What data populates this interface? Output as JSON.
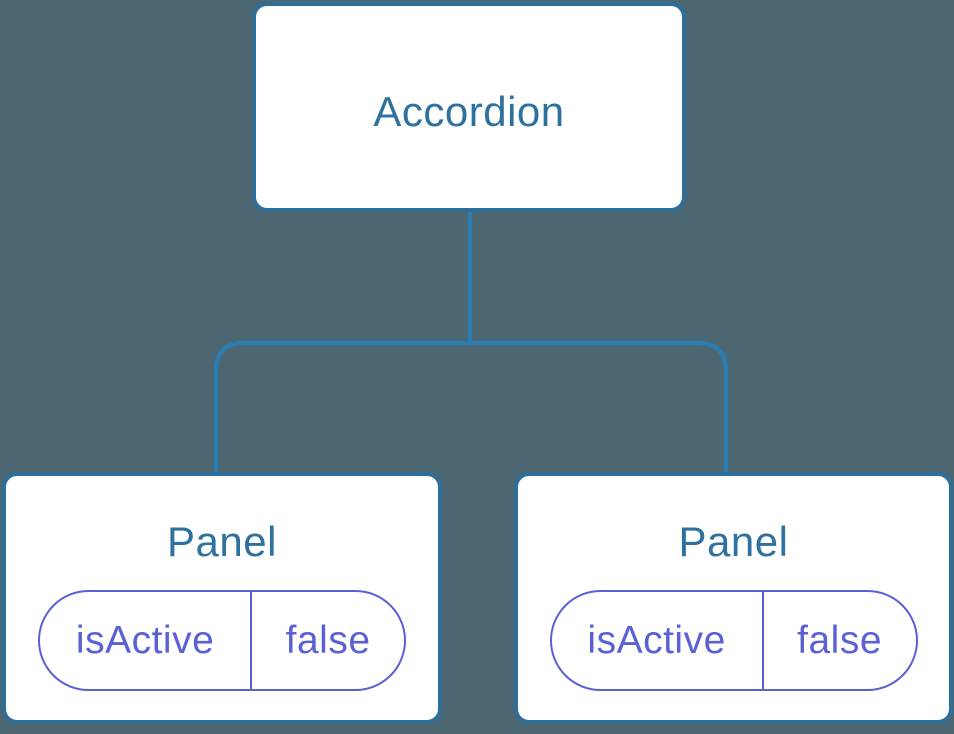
{
  "theme": {
    "background": "#4C6771",
    "node_fill": "#FFFFFF",
    "node_border": "#2E6E99",
    "connector": "#2B7CB0",
    "title_text": "#2F719E",
    "state_text": "#5A61D5"
  },
  "tree": {
    "root": {
      "label": "Accordion"
    },
    "children": [
      {
        "label": "Panel",
        "state": {
          "key": "isActive",
          "value": "false"
        }
      },
      {
        "label": "Panel",
        "state": {
          "key": "isActive",
          "value": "false"
        }
      }
    ]
  }
}
